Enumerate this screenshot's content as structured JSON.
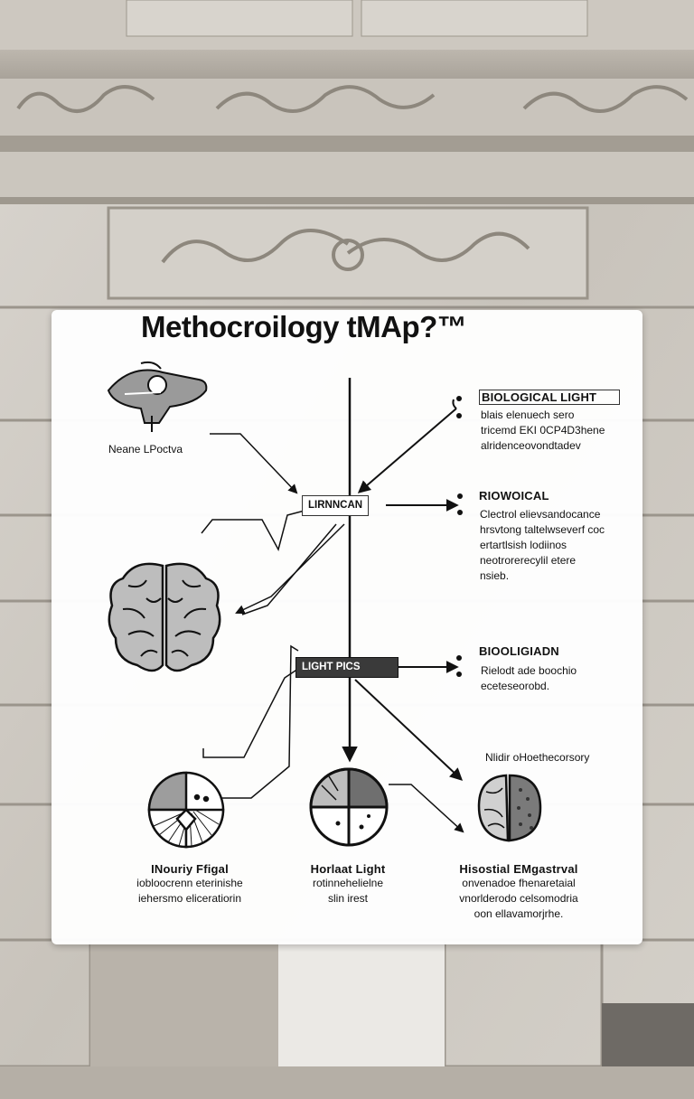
{
  "title": "Methocroilogy tMAp?™",
  "nodes": {
    "hand": {
      "caption": "Neane LPoctva",
      "icon": "hand-icon"
    },
    "center_box": {
      "label": "LIRNNCAN"
    },
    "light_box": {
      "label": "LIGHT PICS"
    },
    "right1": {
      "heading": "BIOLOGICAL   LIGHT",
      "lines": [
        "blais elenuech sero",
        "tricemd EKI 0CP4D3hene",
        "alridenceovondtadev"
      ]
    },
    "right2": {
      "heading": "RIOWOICAL",
      "lines": [
        "Clectrol elievsandocance",
        "hrsvtong taltelwseverf coc",
        "ertartlsish lodiinos",
        "neotrorerecylil etere",
        "nsieb."
      ]
    },
    "right3": {
      "heading": "BIOOLIGIADN",
      "lines": [
        "Rielodt ade boochio",
        "eceteseorobd."
      ]
    },
    "brain_lobes": {
      "caption": "Nlidir oHoethecorsory",
      "icon": "brain-lobes-icon"
    },
    "bottom_left": {
      "heading": "INouriy Ffigal",
      "lines": [
        "iobloocrenn eterinishe",
        "iehersmo eliceratiorin"
      ],
      "icon": "pie-chart-icon"
    },
    "bottom_mid": {
      "heading": "Horlaat Light",
      "lines": [
        "rotinnehelielne",
        "slin irest"
      ],
      "icon": "circle-diagram-icon"
    },
    "bottom_right": {
      "heading": "Hisostial EMgastrval",
      "lines": [
        "onvenadoe fhenaretaial",
        "vnorlderodo celsomodria",
        "oon ellavamorjrhe."
      ]
    }
  },
  "icons": [
    "brain-icon",
    "hand-icon",
    "brain-lobes-icon",
    "pie-chart-icon",
    "circle-diagram-icon"
  ],
  "colors": {
    "panel": "#ffffff",
    "ink": "#111111",
    "stone": "#cfcac2",
    "box": "#3a3a3a"
  }
}
